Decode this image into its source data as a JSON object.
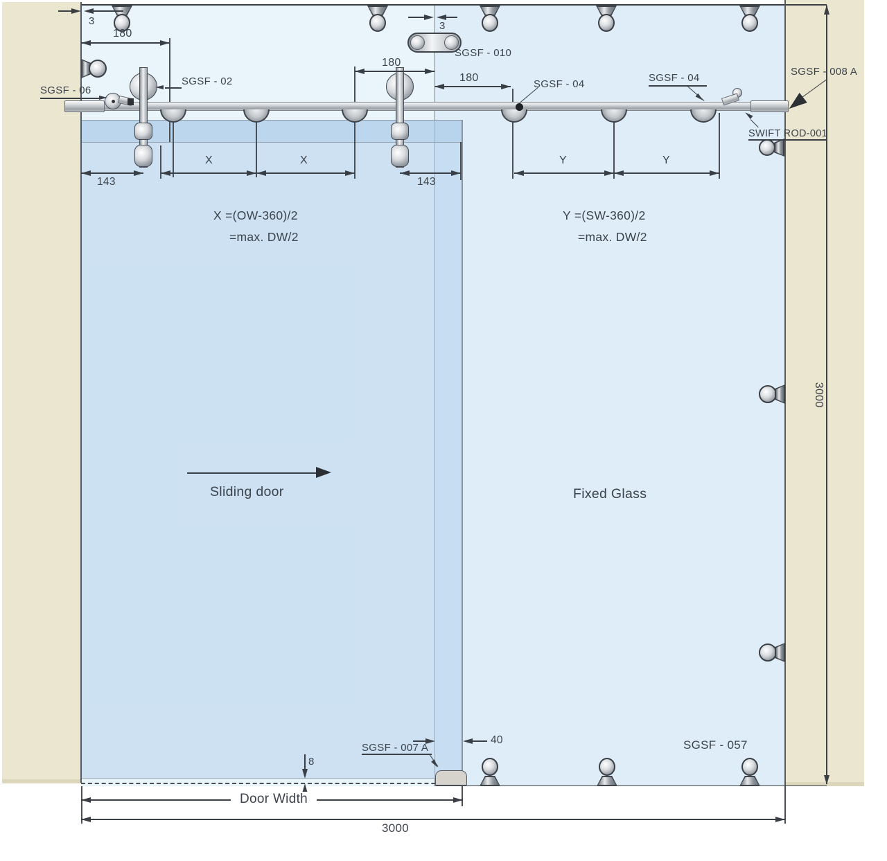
{
  "panels": {
    "sliding_door_label": "Sliding door",
    "fixed_glass_label": "Fixed Glass"
  },
  "formulas": {
    "x_line1": "X =(OW-360)/2",
    "x_line2": "=max. DW/2",
    "y_line1": "Y =(SW-360)/2",
    "y_line2": "=max. DW/2"
  },
  "parts": {
    "sgsf06": "SGSF - 06",
    "sgsf02": "SGSF - 02",
    "sgsf010": "SGSF - 010",
    "sgsf04_left": "SGSF - 04",
    "sgsf04_right": "SGSF - 04",
    "sgsf008a": "SGSF - 008 A",
    "swift_rod": "SWIFT ROD-001",
    "sgsf007a": "SGSF - 007 A",
    "sgsf057": "SGSF - 057"
  },
  "dims": {
    "gap_left": "3",
    "gap_mid": "3",
    "off180_left": "180",
    "off180_mid": "180",
    "off180_right": "180",
    "edge143_left": "143",
    "edge143_right": "143",
    "x_a": "X",
    "x_b": "X",
    "y_a": "Y",
    "y_b": "Y",
    "floor_gap": "8",
    "overlap": "40",
    "door_width_label": "Door Width",
    "opening_width": "3000",
    "opening_height": "3000"
  },
  "colors": {
    "wall": "#eae6cf",
    "glass": "#eaf4fb",
    "door_tint": "#cfe3f3",
    "line": "#3a3f46"
  }
}
